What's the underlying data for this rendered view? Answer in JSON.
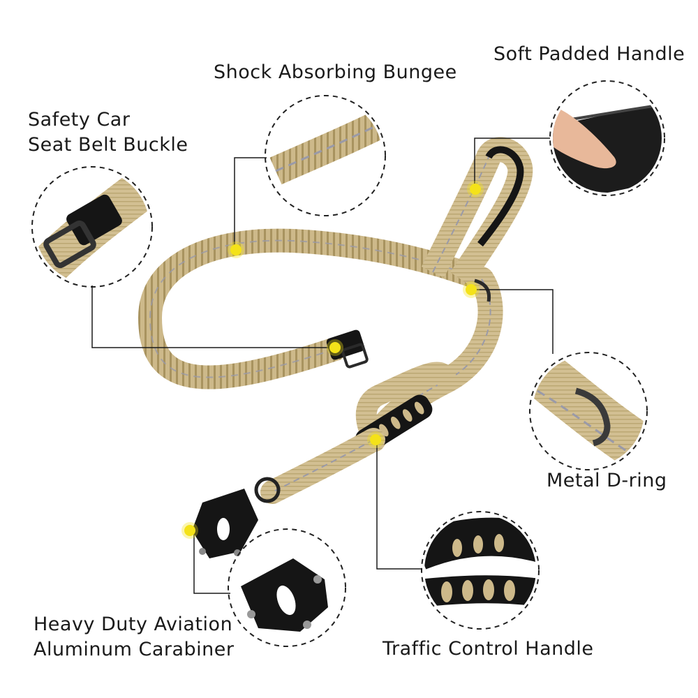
{
  "features": {
    "bungee": "Shock Absorbing Bungee",
    "padded_handle": "Soft Padded Handle",
    "buckle": [
      "Safety Car",
      "Seat Belt Buckle"
    ],
    "d_ring": "Metal D-ring",
    "traffic_handle": "Traffic Control Handle",
    "carabiner": [
      "Heavy Duty Aviation",
      "Aluminum Carabiner"
    ]
  },
  "colors": {
    "webbing": "#cdb98a",
    "webbing_dark": "#a8935f",
    "reflective": "#9a9aa8",
    "hardware": "#151515",
    "marker": "#f4e21a",
    "callout_line": "#1a1a1a"
  },
  "icons": [
    "leash-image",
    "zoom-circle"
  ]
}
